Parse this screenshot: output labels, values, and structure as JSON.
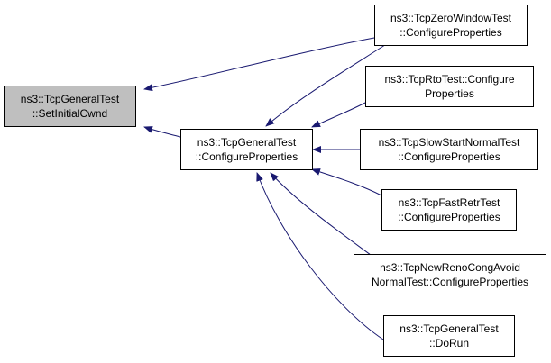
{
  "colors": {
    "edge": "#191970",
    "current_fill": "#bfbfbf",
    "node_fill": "#ffffff",
    "border": "#000000"
  },
  "nodes": {
    "set_initial_cwnd": {
      "line1": "ns3::TcpGeneralTest",
      "line2": "::SetInitialCwnd"
    },
    "general_configure": {
      "line1": "ns3::TcpGeneralTest",
      "line2": "::ConfigureProperties"
    },
    "zero_window": {
      "line1": "ns3::TcpZeroWindowTest",
      "line2": "::ConfigureProperties"
    },
    "rto": {
      "line1": "ns3::TcpRtoTest::Configure",
      "line2": "Properties"
    },
    "slow_start": {
      "line1": "ns3::TcpSlowStartNormalTest",
      "line2": "::ConfigureProperties"
    },
    "fast_retr": {
      "line1": "ns3::TcpFastRetrTest",
      "line2": "::ConfigureProperties"
    },
    "newreno": {
      "line1": "ns3::TcpNewRenoCongAvoid",
      "line2": "NormalTest::ConfigureProperties"
    },
    "do_run": {
      "line1": "ns3::TcpGeneralTest",
      "line2": "::DoRun"
    }
  }
}
